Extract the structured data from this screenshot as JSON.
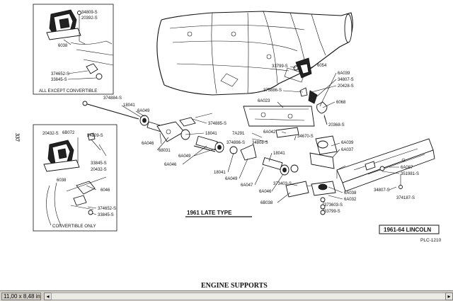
{
  "page": {
    "title": "ENGINE SUPPORTS",
    "side_number": "337",
    "model_box": "1961-64 LINCOLN",
    "plate_code": "PLC-1210",
    "late_type_label": "1961 LATE TYPE"
  },
  "inset_top": {
    "caption": "ALL EXCEPT CONVERTIBLE",
    "parts": [
      "34809-S",
      "20392-S",
      "6038",
      "374652-S",
      "33845-S"
    ]
  },
  "inset_bottom": {
    "caption": "CONVERTIBLE ONLY",
    "parts": [
      "20432-S",
      "6B072",
      "34809-S",
      "33845-S",
      "20432-S",
      "6038",
      "6046",
      "374652-S",
      "33845-S"
    ]
  },
  "main_parts": {
    "p1": "6054",
    "p2": "33799-S",
    "p3": "6A039",
    "p4": "34807-S",
    "p5": "20428-S",
    "p6": "374884-S",
    "p7": "18041",
    "p8": "6A049",
    "p9": "6A023",
    "p10": "375886-S",
    "p11": "6068",
    "p12": "374885-S",
    "p13": "18041",
    "p14": "6A046",
    "p15": "68031",
    "p16": "7A291",
    "p17": "6A042",
    "p18": "20368-S",
    "p19": "34670-S",
    "p20": "374886-S",
    "p21": "34808-S",
    "p22": "6A039",
    "p23": "6A037",
    "p24": "6A049",
    "p25": "18041",
    "p26": "6A046",
    "p27": "18041",
    "p28": "6A049",
    "p29": "6A047",
    "p30": "6A046",
    "p31": "373403-S",
    "p32": "6A087",
    "p33": "351981-S",
    "p34": "6B038",
    "p35": "6A038",
    "p36": "6A032",
    "p37": "373603-S",
    "p38": "33799-S",
    "p39": "34807-S",
    "p40": "374187-S"
  },
  "statusbar": {
    "size": "11,00 x 8,48 in",
    "left_arrow": "◂",
    "right_arrow": "▸"
  }
}
